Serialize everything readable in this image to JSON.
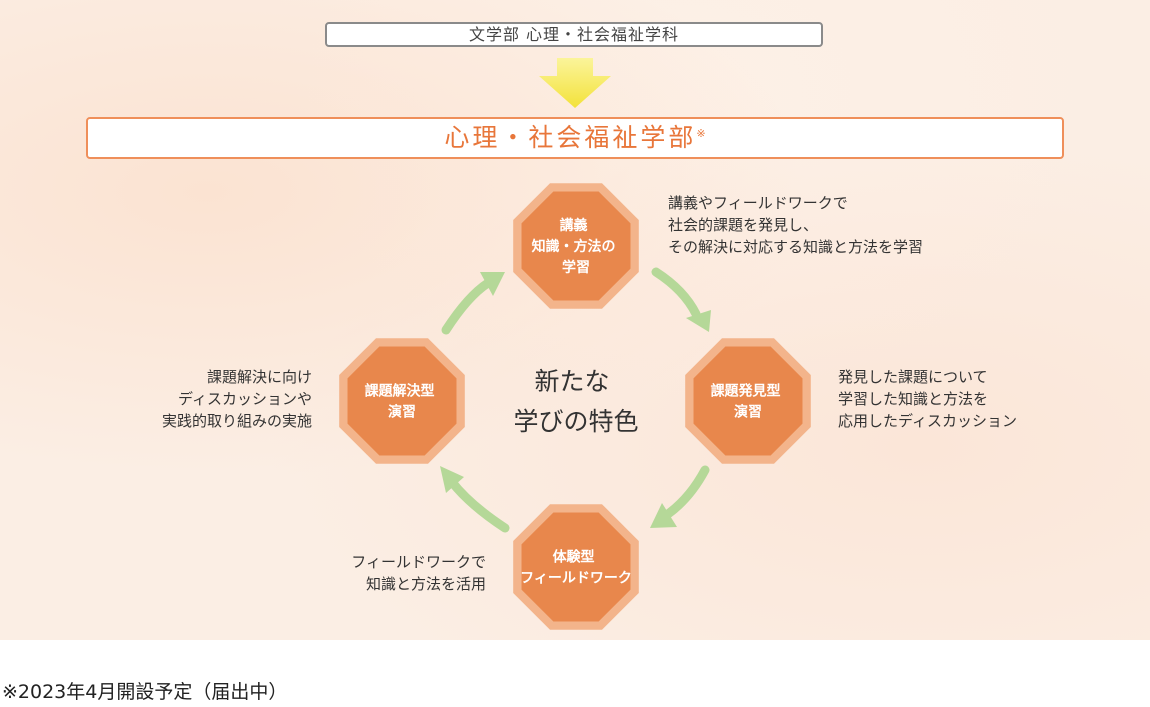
{
  "old_dept": "文学部 心理・社会福祉学科",
  "new_dept": "心理・社会福祉学部",
  "new_dept_mark": "※",
  "center": [
    "新たな",
    "学びの特色"
  ],
  "nodes": [
    {
      "id": "lecture",
      "lines": [
        "講義",
        "知識・方法の",
        "学習"
      ]
    },
    {
      "id": "discovery",
      "lines": [
        "課題発見型",
        "演習"
      ]
    },
    {
      "id": "experience",
      "lines": [
        "体験型",
        "フィールドワーク"
      ]
    },
    {
      "id": "solution",
      "lines": [
        "課題解決型",
        "演習"
      ]
    }
  ],
  "descriptions": {
    "lecture": [
      "講義やフィールドワークで",
      "社会的課題を発見し、",
      "その解決に対応する知識と方法を学習"
    ],
    "discovery": [
      "発見した課題について",
      "学習した知識と方法を",
      "応用したディスカッション"
    ],
    "experience": [
      "フィールドワークで",
      "知識と方法を活用"
    ],
    "solution": [
      "課題解決に向け",
      "ディスカッションや",
      "実践的取り組みの実施"
    ]
  },
  "footnote": "※2023年4月開設予定（届出中）",
  "colors": {
    "octagon_fill": "#e8874c",
    "octagon_border": "#f3b48b",
    "arrow_green": "#b5d898",
    "down_arrow_yellow": "#f6e84a",
    "accent_orange": "#e8763a"
  }
}
